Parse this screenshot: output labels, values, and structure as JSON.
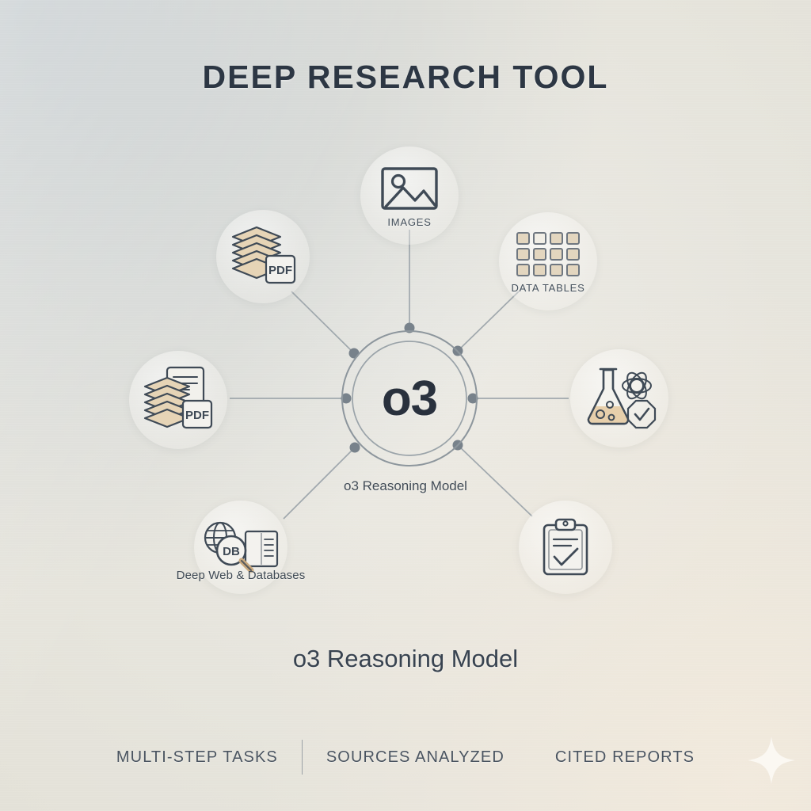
{
  "header": {
    "title": "DEEP RESEARCH TOOL"
  },
  "hub": {
    "label": "o3",
    "caption": "o3 Reasoning Model",
    "icon": "concentric-rings"
  },
  "main_caption": "o3 Reasoning Model",
  "nodes": [
    {
      "id": "images",
      "label": "IMAGES",
      "icon": "image-icon",
      "label_style": "upper"
    },
    {
      "id": "data-tables",
      "label": "DATA TABLES",
      "icon": "grid-table-icon",
      "label_style": "upper"
    },
    {
      "id": "pdf-stack-top",
      "label": "",
      "icon": "pdf-stack-icon",
      "label_style": "none"
    },
    {
      "id": "pdf-stack-left",
      "label": "",
      "icon": "pdf-document-icon",
      "label_style": "none"
    },
    {
      "id": "science",
      "label": "",
      "icon": "flask-atom-icon",
      "label_style": "none"
    },
    {
      "id": "reports",
      "label": "",
      "icon": "clipboard-check-icon",
      "label_style": "none"
    },
    {
      "id": "deep-web",
      "label": "Deep Web & Databases",
      "icon": "globe-db-book-icon",
      "label_style": "mixed"
    }
  ],
  "footer": {
    "items": [
      {
        "label": "MULTI-STEP TASKS"
      },
      {
        "label": "SOURCES ANALYZED"
      },
      {
        "label": "CITED REPORTS"
      }
    ],
    "divider": "vertical-rule"
  },
  "decor": {
    "sparkle": "four-point-star"
  },
  "colors": {
    "title": "#2d3744",
    "ink": "#3d4752",
    "line": "#9aa3a9",
    "node_dot": "#78828b",
    "paper_tan": "#e3cfb0",
    "bg_cool": "#c6cbcd",
    "bg_warm": "#efe9dd"
  }
}
